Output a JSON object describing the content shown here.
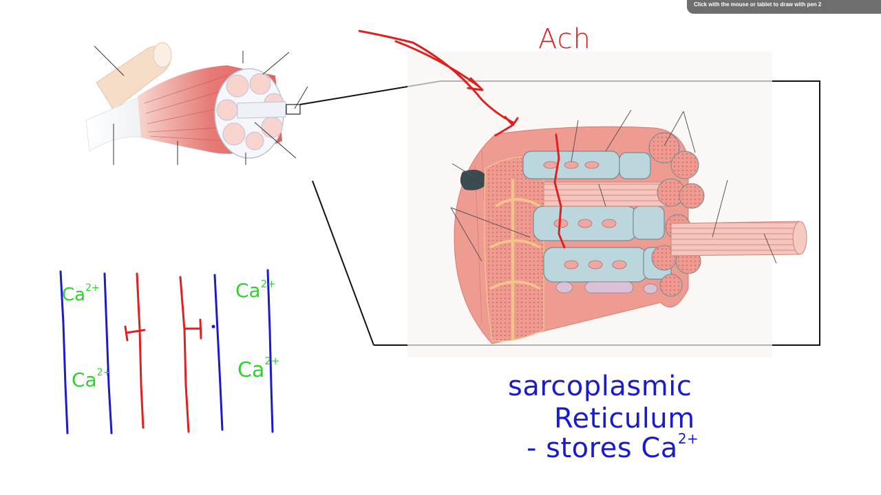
{
  "tooltip": {
    "text": "Click with the mouse or tablet to draw with pen 2"
  },
  "annotations": {
    "ach": "Ach",
    "sr_line1": "sarcoplasmic",
    "sr_line2": "Reticulum",
    "sr_line3": "- stores Ca",
    "sr_line3_sup": "2+"
  },
  "ion_labels": [
    {
      "base": "Ca",
      "sup": "2+"
    },
    {
      "base": "Ca",
      "sup": "2+"
    },
    {
      "base": "Ca",
      "sup": "2+"
    },
    {
      "base": "Ca",
      "sup": "2+"
    }
  ],
  "colors": {
    "ink_red": "#e02020",
    "ink_blue": "#1a1ad0",
    "ink_green": "#2fd12f",
    "muscle_pink": "#e07a76",
    "sr_blue": "#b8d3dc"
  }
}
